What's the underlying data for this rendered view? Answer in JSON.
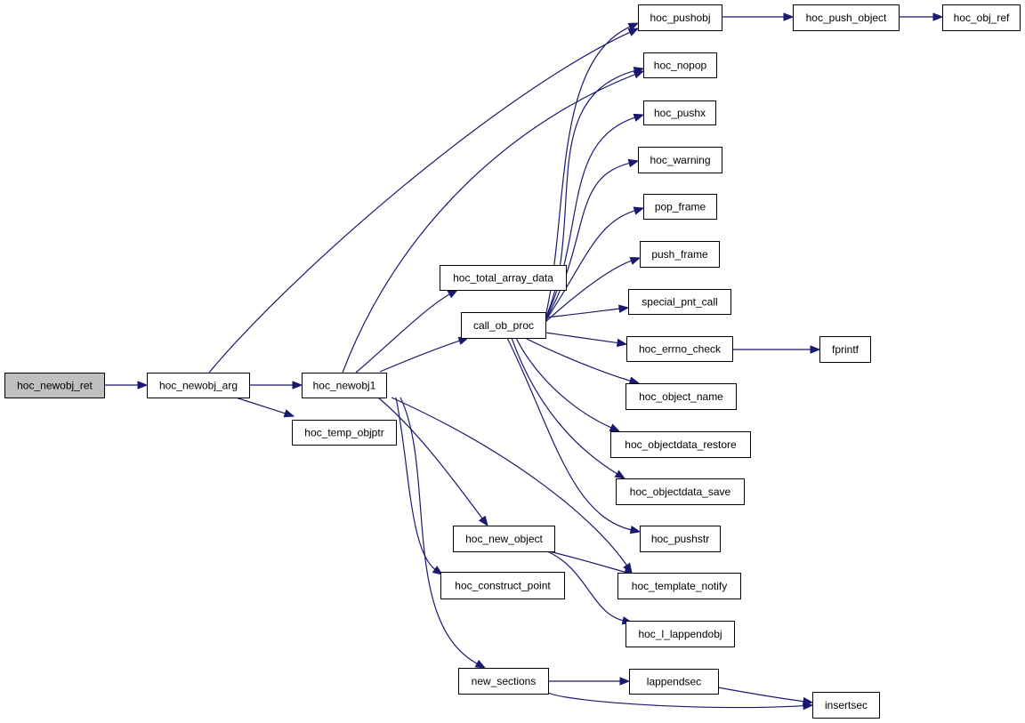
{
  "graph": {
    "edge_color": "#191970",
    "node_fill": "#ffffff",
    "root_fill": "#bfbfbf",
    "nodes": [
      {
        "id": "hoc_newobj_ret",
        "label": "hoc_newobj_ret",
        "root": true
      },
      {
        "id": "hoc_newobj_arg",
        "label": "hoc_newobj_arg"
      },
      {
        "id": "hoc_newobj1",
        "label": "hoc_newobj1"
      },
      {
        "id": "hoc_temp_objptr",
        "label": "hoc_temp_objptr"
      },
      {
        "id": "hoc_pushobj",
        "label": "hoc_pushobj"
      },
      {
        "id": "hoc_push_object",
        "label": "hoc_push_object"
      },
      {
        "id": "hoc_obj_ref",
        "label": "hoc_obj_ref"
      },
      {
        "id": "hoc_nopop",
        "label": "hoc_nopop"
      },
      {
        "id": "hoc_pushx",
        "label": "hoc_pushx"
      },
      {
        "id": "hoc_warning",
        "label": "hoc_warning"
      },
      {
        "id": "pop_frame",
        "label": "pop_frame"
      },
      {
        "id": "push_frame",
        "label": "push_frame"
      },
      {
        "id": "hoc_total_array_data",
        "label": "hoc_total_array_data"
      },
      {
        "id": "call_ob_proc",
        "label": "call_ob_proc"
      },
      {
        "id": "special_pnt_call",
        "label": "special_pnt_call"
      },
      {
        "id": "hoc_errno_check",
        "label": "hoc_errno_check"
      },
      {
        "id": "fprintf",
        "label": "fprintf"
      },
      {
        "id": "hoc_object_name",
        "label": "hoc_object_name"
      },
      {
        "id": "hoc_objectdata_restore",
        "label": "hoc_objectdata_restore"
      },
      {
        "id": "hoc_objectdata_save",
        "label": "hoc_objectdata_save"
      },
      {
        "id": "hoc_pushstr",
        "label": "hoc_pushstr"
      },
      {
        "id": "hoc_new_object",
        "label": "hoc_new_object"
      },
      {
        "id": "hoc_template_notify",
        "label": "hoc_template_notify"
      },
      {
        "id": "hoc_construct_point",
        "label": "hoc_construct_point"
      },
      {
        "id": "hoc_l_lappendobj",
        "label": "hoc_l_lappendobj"
      },
      {
        "id": "new_sections",
        "label": "new_sections"
      },
      {
        "id": "lappendsec",
        "label": "lappendsec"
      },
      {
        "id": "insertsec",
        "label": "insertsec"
      }
    ],
    "edges": [
      {
        "from": "hoc_newobj_ret",
        "to": "hoc_newobj_arg"
      },
      {
        "from": "hoc_newobj_arg",
        "to": "hoc_pushobj"
      },
      {
        "from": "hoc_newobj_arg",
        "to": "hoc_newobj1"
      },
      {
        "from": "hoc_newobj_arg",
        "to": "hoc_temp_objptr"
      },
      {
        "from": "hoc_newobj1",
        "to": "hoc_nopop"
      },
      {
        "from": "hoc_newobj1",
        "to": "hoc_total_array_data"
      },
      {
        "from": "hoc_newobj1",
        "to": "call_ob_proc"
      },
      {
        "from": "hoc_newobj1",
        "to": "hoc_new_object"
      },
      {
        "from": "hoc_newobj1",
        "to": "hoc_template_notify"
      },
      {
        "from": "hoc_newobj1",
        "to": "hoc_construct_point"
      },
      {
        "from": "hoc_newobj1",
        "to": "new_sections"
      },
      {
        "from": "hoc_pushobj",
        "to": "hoc_push_object"
      },
      {
        "from": "hoc_push_object",
        "to": "hoc_obj_ref"
      },
      {
        "from": "call_ob_proc",
        "to": "hoc_pushobj"
      },
      {
        "from": "call_ob_proc",
        "to": "hoc_nopop"
      },
      {
        "from": "call_ob_proc",
        "to": "hoc_pushx"
      },
      {
        "from": "call_ob_proc",
        "to": "hoc_warning"
      },
      {
        "from": "call_ob_proc",
        "to": "pop_frame"
      },
      {
        "from": "call_ob_proc",
        "to": "push_frame"
      },
      {
        "from": "call_ob_proc",
        "to": "special_pnt_call"
      },
      {
        "from": "call_ob_proc",
        "to": "hoc_errno_check"
      },
      {
        "from": "call_ob_proc",
        "to": "hoc_object_name"
      },
      {
        "from": "call_ob_proc",
        "to": "hoc_objectdata_restore"
      },
      {
        "from": "call_ob_proc",
        "to": "hoc_objectdata_save"
      },
      {
        "from": "call_ob_proc",
        "to": "hoc_pushstr"
      },
      {
        "from": "hoc_errno_check",
        "to": "fprintf"
      },
      {
        "from": "hoc_new_object",
        "to": "hoc_template_notify"
      },
      {
        "from": "hoc_new_object",
        "to": "hoc_l_lappendobj"
      },
      {
        "from": "new_sections",
        "to": "lappendsec"
      },
      {
        "from": "new_sections",
        "to": "insertsec"
      },
      {
        "from": "lappendsec",
        "to": "insertsec"
      }
    ]
  }
}
